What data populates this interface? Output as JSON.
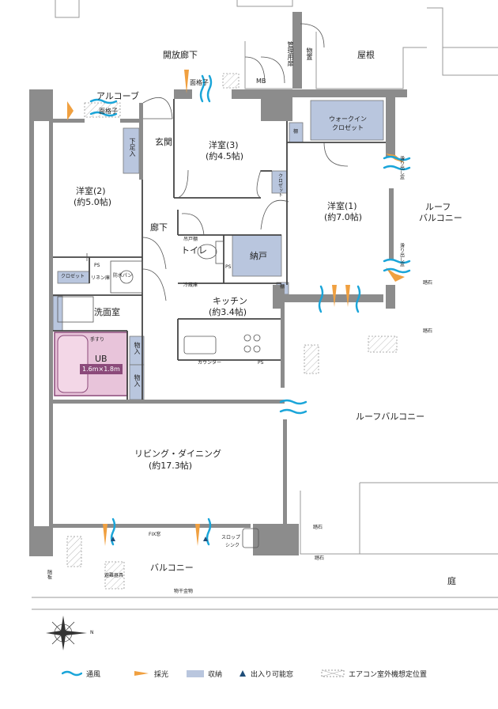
{
  "rooms": {
    "open_corridor": "開放廊下",
    "roof": "屋根",
    "alcove": "アルコーブ",
    "mb": "MB",
    "management_door": "管理用扉",
    "storage_small": "物置",
    "screen_door": "面格子",
    "entrance": "玄関",
    "shoe_box": "下足入",
    "western3_name": "洋室(3)",
    "western3_size": "(約4.5帖)",
    "closet": "クロゼット",
    "walkin_closet_1": "ウォークイン",
    "walkin_closet_2": "クロゼット",
    "shelf": "棚",
    "western2_name": "洋室(2)",
    "western2_size": "(約5.0帖)",
    "corridor": "廊下",
    "toilet": "トイレ",
    "hanging_cabinet": "吊戸棚",
    "storeroom": "納戸",
    "western1_name": "洋室(1)",
    "western1_size": "(約7.0帖)",
    "roof_balcony_right_1": "ルーフ",
    "roof_balcony_right_2": "バルコニー",
    "ps": "PS",
    "linen": "リネン庫",
    "waterproof_pan": "防水パン",
    "fridge": "冷蔵庫",
    "kitchen_name": "キッチン",
    "kitchen_size": "(約3.4帖)",
    "washroom": "洗面室",
    "handrail": "手すり",
    "ub": "UB",
    "ub_size": "1.6m×1.8m",
    "storage": "物入",
    "counter": "カウンター",
    "living_name": "リビング・ダイニング",
    "living_size": "(約17.3帖)",
    "roof_balcony": "ルーフバルコニー",
    "stepping_stone": "踏石",
    "slop_sink_1": "スロップ",
    "slop_sink_2": "シンク",
    "fix_window": "FIX窓",
    "balcony": "バルコニー",
    "evacuation": "避難器具",
    "laundry": "物干金物",
    "partition": "隔板",
    "garden": "庭",
    "slide_window": "滑り出し窓",
    "compass_n": "N"
  },
  "legend": [
    {
      "key": "ventilation",
      "label": "通風",
      "color": "#1aa5d9"
    },
    {
      "key": "daylight",
      "label": "採光",
      "color": "#f0a040"
    },
    {
      "key": "storage",
      "label": "収納",
      "color": "#b9c6de"
    },
    {
      "key": "access_window",
      "label": "出入り可能窓",
      "color": "#1f4e79"
    },
    {
      "key": "ac_unit",
      "label": "エアコン室外機想定位置",
      "color": "#999999"
    }
  ],
  "colors": {
    "wall": "#8c8c8c",
    "storage": "#b9c6de",
    "bath": "#e8c4da",
    "bath_edge": "#8b4a7a",
    "bath_label_bg": "#8b4a7a",
    "ventilation": "#1aa5d9",
    "daylight": "#f0a040"
  }
}
